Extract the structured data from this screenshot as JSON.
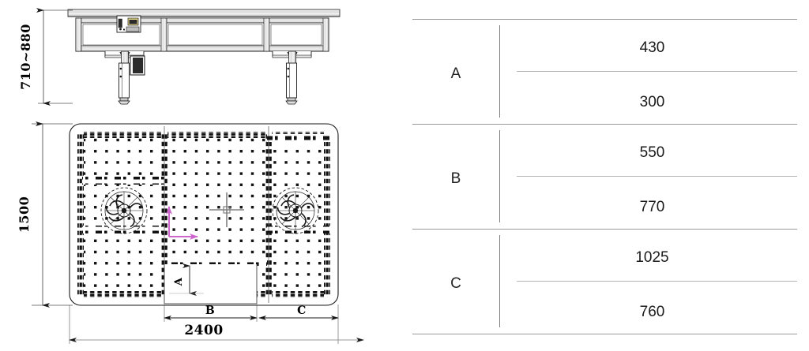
{
  "drawing": {
    "elevation": {
      "height_dimension": "710~880",
      "panels": 3
    },
    "plan": {
      "vertical_dimension": "1500",
      "overall_width_dimension": "2400",
      "section_labels": [
        "A",
        "B",
        "C"
      ],
      "segment_label_b": "B",
      "segment_label_c": "C",
      "detail_label_a": "A",
      "fan_units": 2,
      "axis_marker_color": "#cc66cc",
      "center_mark_color": "#808080"
    }
  },
  "spec_table": {
    "rows": [
      {
        "label": "A",
        "values": [
          "430",
          "300"
        ]
      },
      {
        "label": "B",
        "values": [
          "550",
          "770"
        ]
      },
      {
        "label": "C",
        "values": [
          "1025",
          "760"
        ]
      }
    ]
  },
  "colors": {
    "line": "#1a1a1a",
    "rule": "#9a9a9a",
    "inner_rule": "#b4b4b4",
    "accent_magenta": "#cc66cc",
    "gray_mark": "#808080"
  }
}
